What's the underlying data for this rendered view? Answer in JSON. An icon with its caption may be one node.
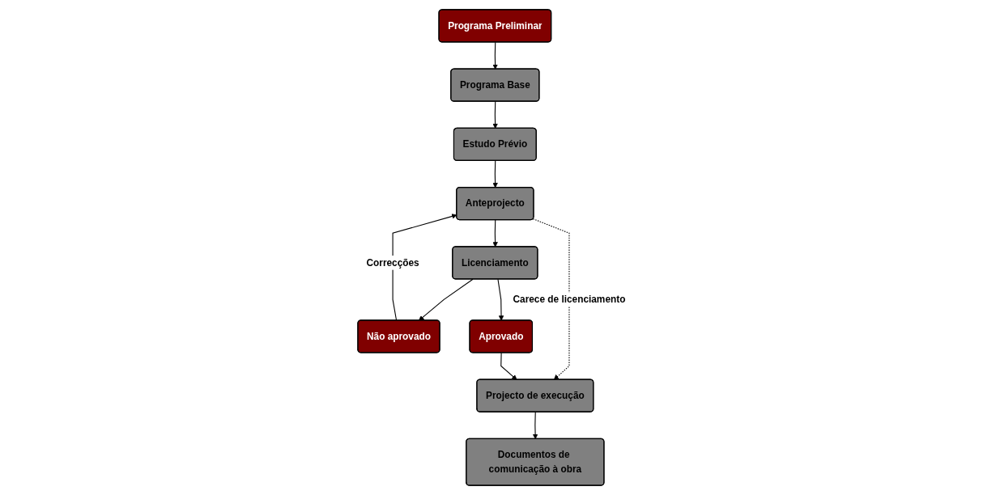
{
  "diagram": {
    "nodes": [
      {
        "text": [
          "Programa Preliminar"
        ]
      },
      {
        "text": [
          "Programa Base"
        ]
      },
      {
        "text": [
          "Estudo Prévio"
        ]
      },
      {
        "text": [
          "Anteprojecto"
        ]
      },
      {
        "text": [
          "Licenciamento"
        ]
      },
      {
        "text": [
          "Não aprovado"
        ]
      },
      {
        "text": [
          "Aprovado"
        ]
      },
      {
        "text": [
          "Projecto de execução"
        ]
      },
      {
        "text": [
          "Documentos de comunicação à obra"
        ]
      }
    ],
    "edges": [
      {
        "from": 0,
        "to": 1,
        "arrow": "to"
      },
      {
        "from": 1,
        "to": 2,
        "arrow": "to"
      },
      {
        "from": 2,
        "to": 3,
        "arrow": "to"
      },
      {
        "from": 3,
        "to": 7,
        "arrow": "to",
        "label": "Carece de licenciamento",
        "style": "dashed"
      },
      {
        "from": 3,
        "to": 4,
        "arrow": "to"
      },
      {
        "from": 4,
        "to": 5,
        "arrow": "to"
      },
      {
        "from": 4,
        "to": 6,
        "arrow": "to"
      },
      {
        "from": 5,
        "to": 3,
        "arrow": "to",
        "label": "Correcções"
      },
      {
        "from": 6,
        "to": 7,
        "arrow": "to"
      },
      {
        "from": 7,
        "to": 8,
        "arrow": "to"
      }
    ]
  }
}
